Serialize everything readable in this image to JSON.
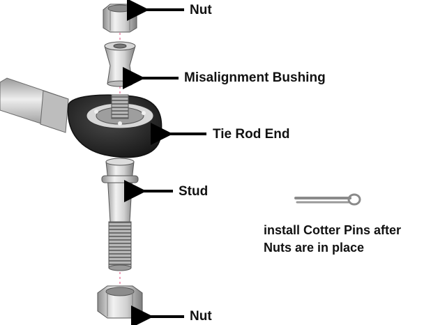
{
  "labels": {
    "nut_top": "Nut",
    "bushing": "Misalignment Bushing",
    "tie_rod_end": "Tie Rod End",
    "stud": "Stud",
    "nut_bottom": "Nut"
  },
  "note": {
    "line1": "install Cotter Pins after",
    "line2": "Nuts are in place"
  },
  "colors": {
    "arrow": "#000000",
    "axis_line": "#e0437a",
    "metal": "#c9c9c9",
    "housing": "#2a2a2a"
  }
}
